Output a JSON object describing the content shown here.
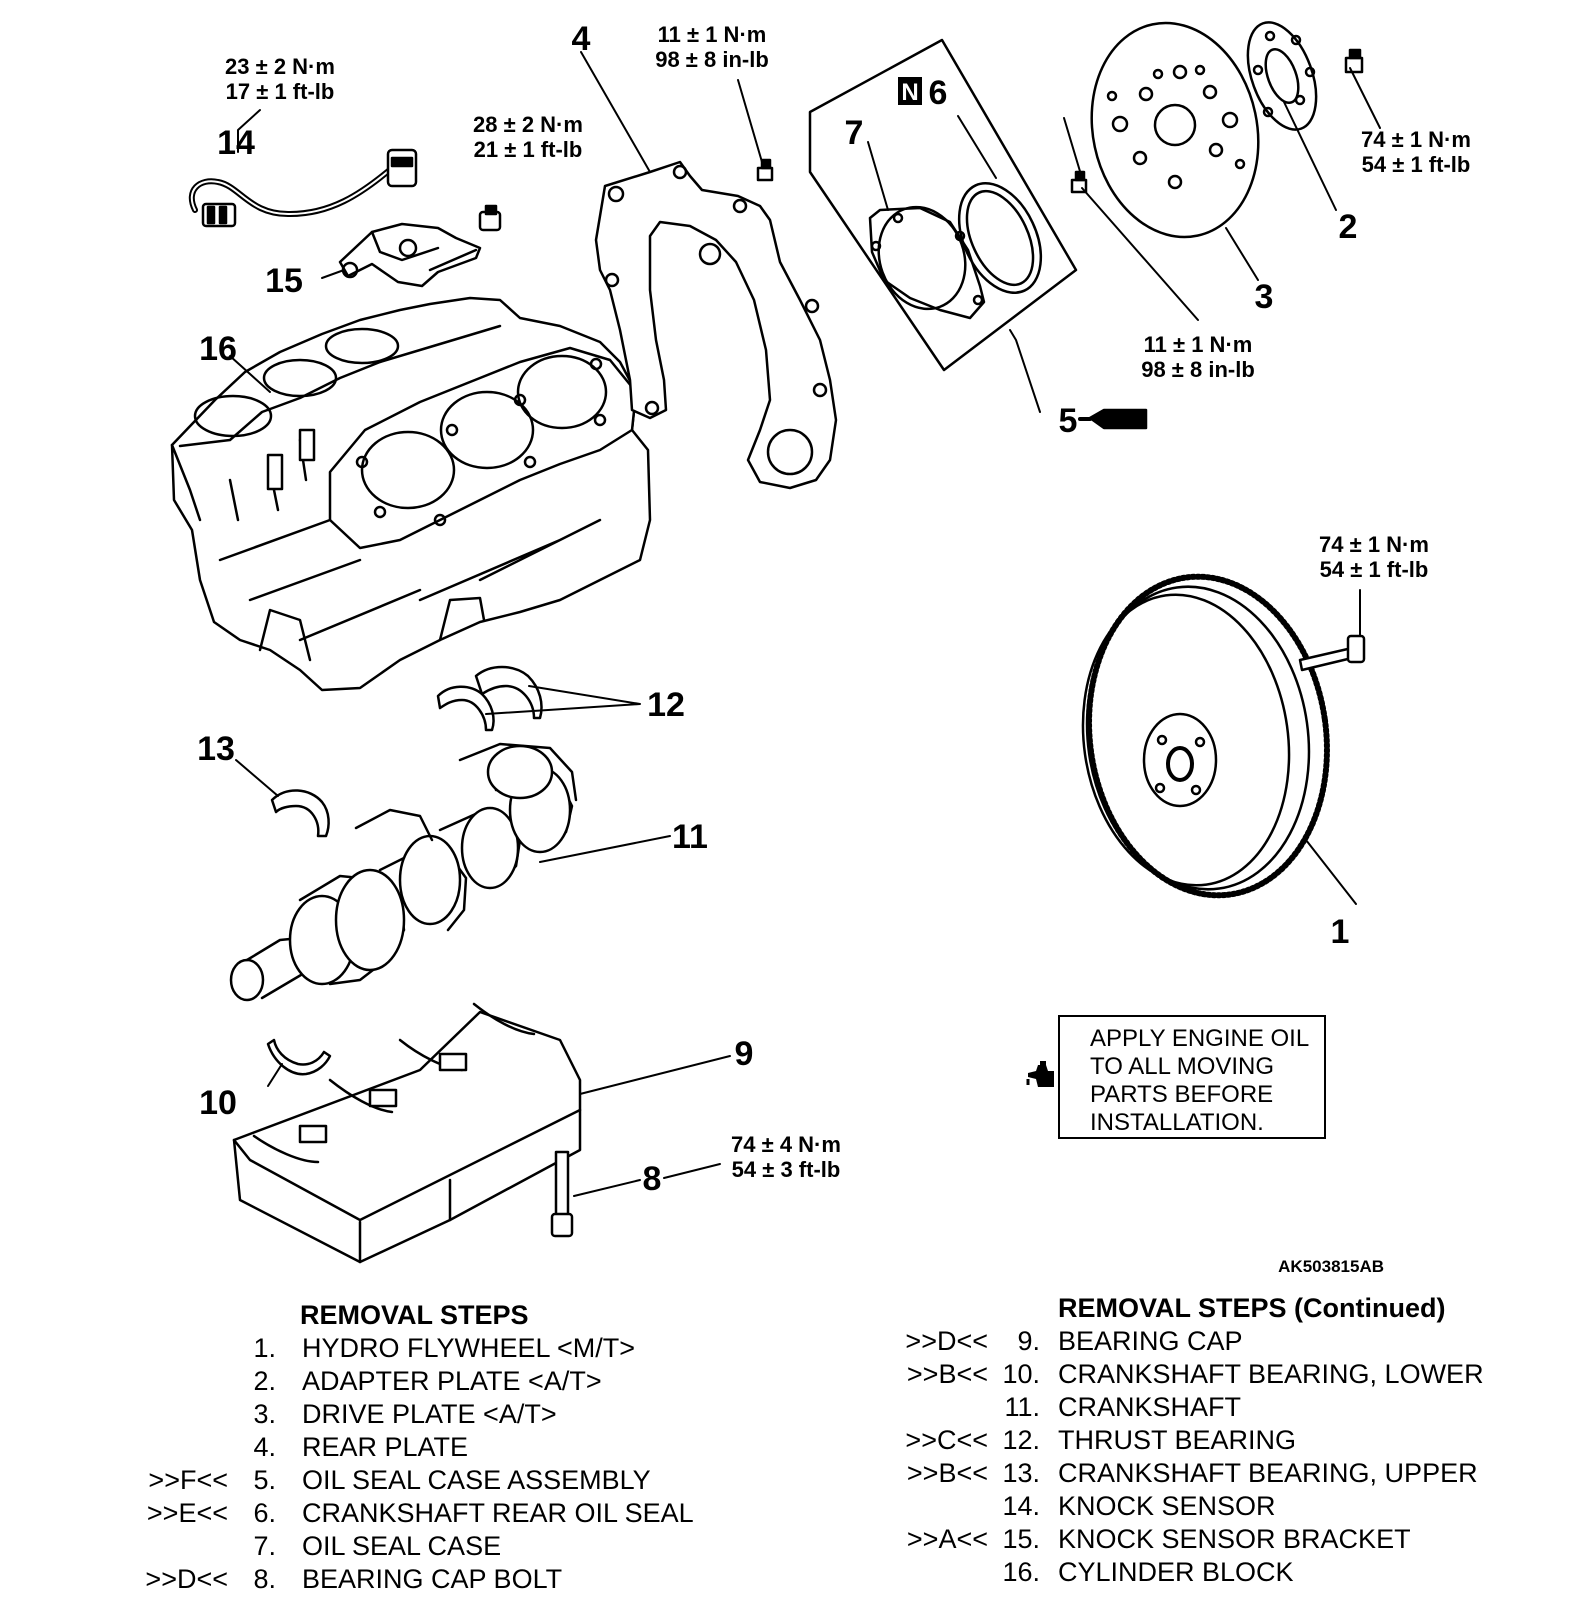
{
  "figure_code": "AK503815AB",
  "callouts": {
    "c1": "1",
    "c2": "2",
    "c3": "3",
    "c4": "4",
    "c5": "5",
    "c6": "6",
    "c7": "7",
    "c8": "8",
    "c9": "9",
    "c10": "10",
    "c11": "11",
    "c12": "12",
    "c13": "13",
    "c14": "14",
    "c15": "15",
    "c16": "16"
  },
  "new_part_mark": "N",
  "torques": {
    "t14_metric": "23 ± 2 N·m",
    "t14_imperial": "17 ± 1 ft-lb",
    "t15_metric": "28 ± 2 N·m",
    "t15_imperial": "21 ± 1 ft-lb",
    "t4_metric": "11 ± 1 N·m",
    "t4_imperial": "98 ± 8 in-lb",
    "t5_metric": "11 ± 1 N·m",
    "t5_imperial": "98 ± 8 in-lb",
    "t2_metric": "74 ± 1 N·m",
    "t2_imperial": "54 ± 1 ft-lb",
    "t1_metric": "74 ± 1 N·m",
    "t1_imperial": "54 ± 1 ft-lb",
    "t8_metric": "74 ± 4 N·m",
    "t8_imperial": "54 ± 3 ft-lb"
  },
  "note": {
    "icon": "oil-can-icon",
    "lines": [
      "APPLY ENGINE OIL",
      "TO ALL MOVING",
      "PARTS BEFORE",
      "INSTALLATION."
    ]
  },
  "removal_steps": {
    "title": "REMOVAL STEPS",
    "items": [
      {
        "code": "",
        "num": "1.",
        "text": "HYDRO FLYWHEEL <M/T>"
      },
      {
        "code": "",
        "num": "2.",
        "text": "ADAPTER PLATE <A/T>"
      },
      {
        "code": "",
        "num": "3.",
        "text": "DRIVE PLATE <A/T>"
      },
      {
        "code": "",
        "num": "4.",
        "text": "REAR PLATE"
      },
      {
        "code": ">>F<<",
        "num": "5.",
        "text": "OIL SEAL CASE ASSEMBLY"
      },
      {
        "code": ">>E<<",
        "num": "6.",
        "text": "CRANKSHAFT REAR OIL SEAL"
      },
      {
        "code": "",
        "num": "7.",
        "text": "OIL SEAL CASE"
      },
      {
        "code": ">>D<<",
        "num": "8.",
        "text": "BEARING CAP BOLT"
      }
    ]
  },
  "removal_steps_continued": {
    "title": "REMOVAL STEPS (Continued)",
    "items": [
      {
        "code": ">>D<<",
        "num": "9.",
        "text": "BEARING CAP"
      },
      {
        "code": ">>B<<",
        "num": "10.",
        "text": "CRANKSHAFT BEARING, LOWER"
      },
      {
        "code": "",
        "num": "11.",
        "text": "CRANKSHAFT"
      },
      {
        "code": ">>C<<",
        "num": "12.",
        "text": "THRUST BEARING"
      },
      {
        "code": ">>B<<",
        "num": "13.",
        "text": "CRANKSHAFT BEARING, UPPER"
      },
      {
        "code": "",
        "num": "14.",
        "text": "KNOCK SENSOR"
      },
      {
        "code": ">>A<<",
        "num": "15.",
        "text": "KNOCK SENSOR BRACKET"
      },
      {
        "code": "",
        "num": "16.",
        "text": "CYLINDER BLOCK"
      }
    ]
  }
}
